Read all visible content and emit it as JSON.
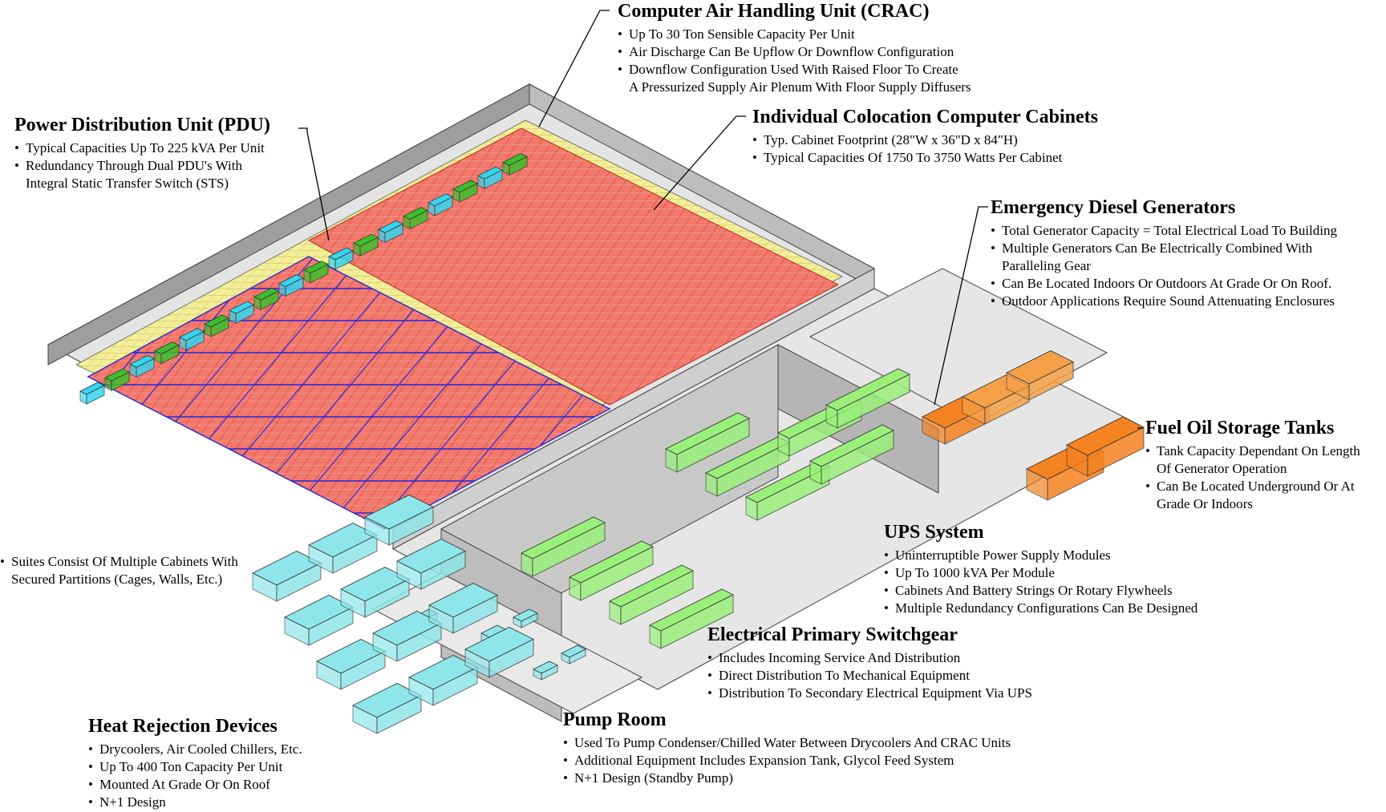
{
  "callouts": {
    "crac": {
      "title": "Computer Air Handling Unit (CRAC)",
      "bullets": [
        "Up To 30 Ton Sensible Capacity Per Unit",
        "Air Discharge Can Be Upflow Or Downflow Configuration",
        "Downflow Configuration Used With Raised Floor To Create"
      ],
      "continuation": "A Pressurized Supply Air Plenum With Floor Supply Diffusers"
    },
    "pdu": {
      "title": "Power Distribution Unit (PDU)",
      "bullets": [
        "Typical Capacities Up To 225 kVA Per Unit",
        "Redundancy Through Dual PDU's With"
      ],
      "continuation": "Integral Static Transfer Switch (STS)"
    },
    "cabinets": {
      "title": "Individual Colocation Computer Cabinets",
      "bullets": [
        "Typ. Cabinet Footprint (28\"W x 36\"D x 84\"H)",
        "Typical Capacities Of 1750 To 3750 Watts Per Cabinet"
      ]
    },
    "generators": {
      "title": "Emergency Diesel Generators",
      "bullets": [
        "Total Generator Capacity = Total Electrical Load To Building",
        "Multiple Generators Can Be Electrically Combined With",
        "Can Be Located Indoors Or Outdoors At Grade Or On Roof.",
        "Outdoor Applications Require Sound Attenuating Enclosures"
      ],
      "continuation": "Paralleling Gear"
    },
    "fuel": {
      "title": "Fuel Oil Storage Tanks",
      "bullets": [
        "Tank Capacity Dependant On Length",
        "Can Be Located Underground Or At"
      ],
      "continuation_1": "Of Generator Operation",
      "continuation_2": "Grade Or Indoors"
    },
    "suites": {
      "bullets": [
        "Suites Consist Of Multiple Cabinets With"
      ],
      "continuation": "Secured Partitions (Cages, Walls, Etc.)"
    },
    "ups": {
      "title": "UPS System",
      "bullets": [
        "Uninterruptible Power Supply Modules",
        "Up To 1000 kVA Per Module",
        "Cabinets And Battery Strings Or Rotary Flywheels",
        "Multiple Redundancy Configurations Can Be Designed"
      ]
    },
    "switchgear": {
      "title": "Electrical Primary Switchgear",
      "bullets": [
        "Includes Incoming Service And Distribution",
        "Direct Distribution To Mechanical Equipment",
        "Distribution To Secondary Electrical Equipment Via UPS"
      ]
    },
    "pump": {
      "title": "Pump Room",
      "bullets": [
        "Used To Pump Condenser/Chilled Water Between Drycoolers And CRAC Units",
        "Additional Equipment Includes Expansion Tank, Glycol Feed System",
        "N+1 Design (Standby Pump)"
      ]
    },
    "heat": {
      "title": "Heat Rejection Devices",
      "bullets": [
        "Drycoolers, Air Cooled Chillers, Etc.",
        "Up To 400 Ton Capacity Per Unit",
        "Mounted At Grade Or On Roof",
        "N+1 Design"
      ]
    }
  },
  "colors": {
    "cabinet": "#f4786c",
    "cabinet_edge": "#c0392b",
    "crac": "#33d6f0",
    "pdu": "#3bbf2a",
    "ups": "#9af07a",
    "generator": "#f58220",
    "cage": "#2a2ad8",
    "floor": "#f3ee9a",
    "wall": "#b8b8b8",
    "slab": "#e6e6e6",
    "drycooler": "#8fe6ea"
  }
}
